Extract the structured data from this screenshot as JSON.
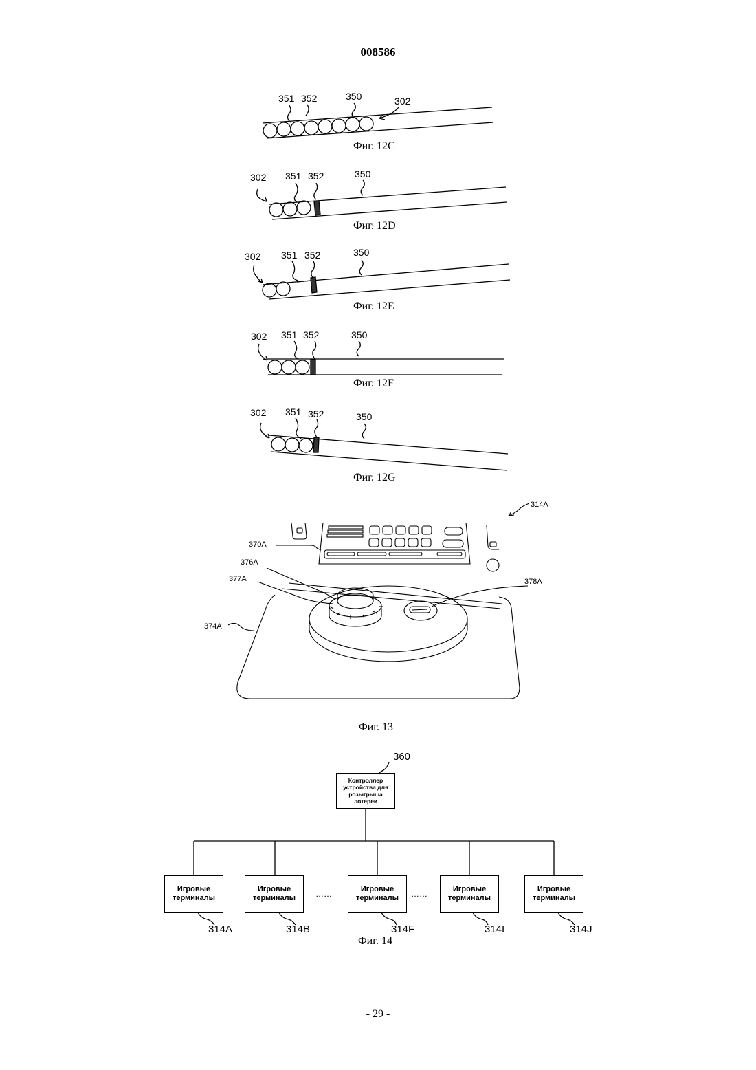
{
  "document": {
    "number": "008586",
    "page_number": "- 29 -"
  },
  "figures": {
    "fig12c": {
      "caption": "Фиг. 12C",
      "labels": {
        "a": "351",
        "b": "352",
        "c": "350",
        "d": "302"
      }
    },
    "fig12d": {
      "caption": "Фиг. 12D",
      "labels": {
        "a": "302",
        "b": "351",
        "c": "352",
        "d": "350"
      }
    },
    "fig12e": {
      "caption": "Фиг. 12E",
      "labels": {
        "a": "302",
        "b": "351",
        "c": "352",
        "d": "350"
      }
    },
    "fig12f": {
      "caption": "Фиг. 12F",
      "labels": {
        "a": "302",
        "b": "351",
        "c": "352",
        "d": "350"
      }
    },
    "fig12g": {
      "caption": "Фиг. 12G",
      "labels": {
        "a": "302",
        "b": "351",
        "c": "352",
        "d": "350"
      }
    },
    "fig13": {
      "caption": "Фиг. 13",
      "labels": {
        "terminal": "314A",
        "panel": "370A",
        "knob": "376A",
        "knob_base": "377A",
        "slot": "378A",
        "tray": "374A"
      }
    },
    "fig14": {
      "caption": "Фиг. 14",
      "controller": {
        "ref": "360",
        "text": "Контроллер\nустройства для\nрозыгрыша\nлотереи"
      },
      "terminals": [
        {
          "text": "Игровые\nтерминалы",
          "ref": "314A"
        },
        {
          "text": "Игровые\nтерминалы",
          "ref": "314B"
        },
        {
          "text": "Игровые\nтерминалы",
          "ref": "314F"
        },
        {
          "text": "Игровые\nтерминалы",
          "ref": "314I"
        },
        {
          "text": "Игровые\nтерминалы",
          "ref": "314J"
        }
      ],
      "ellipsis": "……"
    }
  }
}
